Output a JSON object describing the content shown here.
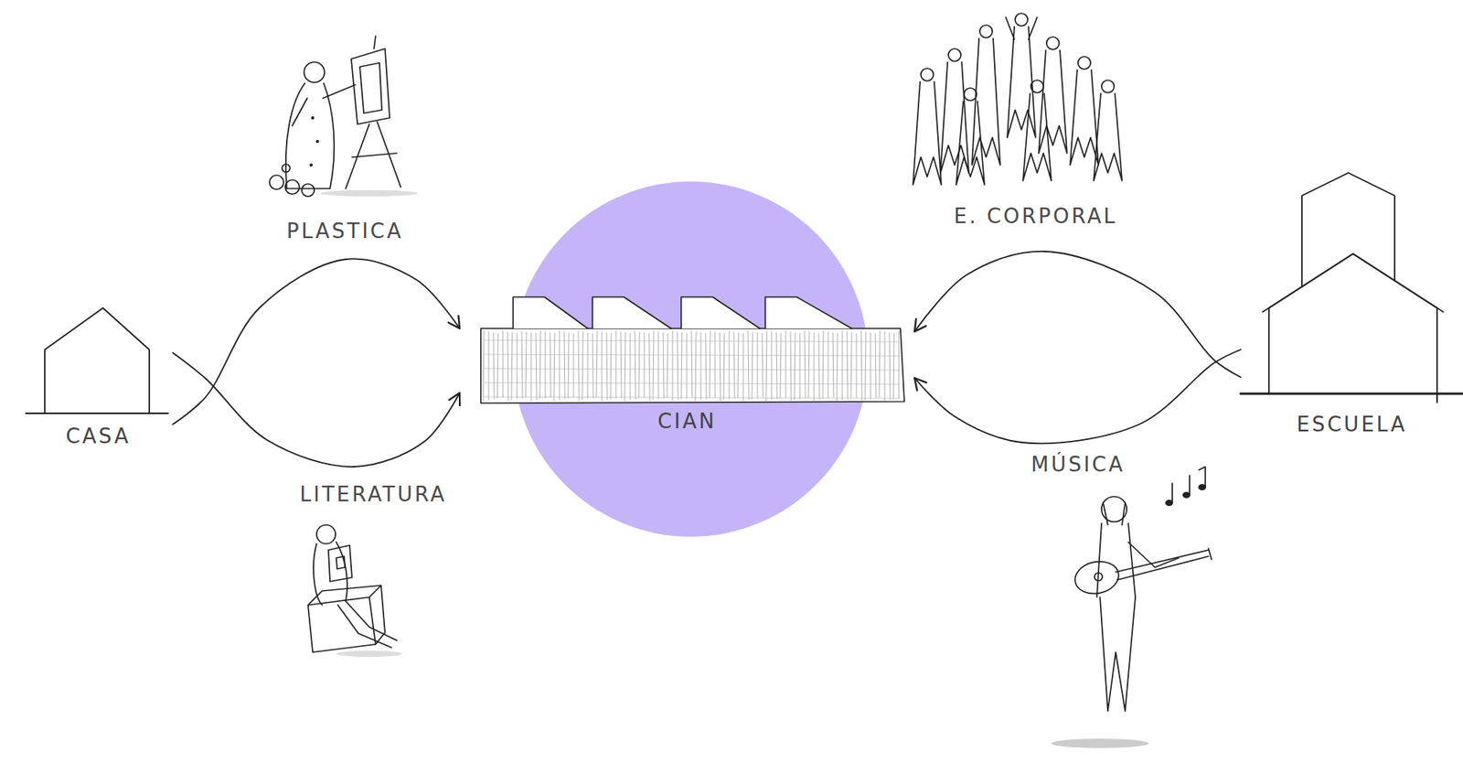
{
  "diagram": {
    "nodes": [
      {
        "text": [
          "CASA"
        ]
      },
      {
        "text": [
          "CIAN"
        ]
      },
      {
        "text": [
          "ESCUELA"
        ]
      }
    ],
    "edges": [
      {
        "from": 0,
        "to": 1,
        "arrow": "to",
        "label": "PLASTICA"
      },
      {
        "from": 0,
        "to": 1,
        "arrow": "to",
        "label": "LITERATURA"
      },
      {
        "from": 2,
        "to": 1,
        "arrow": "to",
        "label": "E. CORPORAL"
      },
      {
        "from": 2,
        "to": 1,
        "arrow": "to",
        "label": "MÚSICA"
      }
    ]
  }
}
